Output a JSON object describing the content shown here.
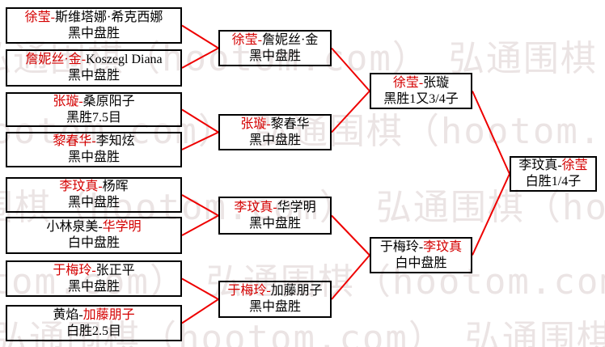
{
  "watermark": {
    "text": "弘通围棋（hootom.com）",
    "line": "弘通围棋（hootom.com）　弘通围棋（hootom.com）　弘通围棋（hootom.com）",
    "color": "#ebe4e4"
  },
  "separator": "-",
  "colors": {
    "winner_name": "#d40000",
    "connector_line": "#ee0000",
    "box_border": "#000000"
  },
  "matches": {
    "r1m1": {
      "p1": "徐莹",
      "p2": "斯维塔娜·希克西娜",
      "winner": "p1",
      "result": "黑中盘胜"
    },
    "r1m2": {
      "p1": "詹妮丝·金",
      "p2": "Koszegl Diana",
      "winner": "p1",
      "result": "黑中盘胜"
    },
    "r1m3": {
      "p1": "张璇",
      "p2": "桑原阳子",
      "winner": "p1",
      "result": "黑胜7.5目"
    },
    "r1m4": {
      "p1": "黎春华",
      "p2": "李知炫",
      "winner": "p1",
      "result": "黑中盘胜"
    },
    "r1m5": {
      "p1": "李玟真",
      "p2": "杨晖",
      "winner": "p1",
      "result": "黑中盘胜"
    },
    "r1m6": {
      "p1": "小林泉美",
      "p2": "华学明",
      "winner": "p2",
      "result": "白中盘胜"
    },
    "r1m7": {
      "p1": "于梅玲",
      "p2": "张正平",
      "winner": "p1",
      "result": "黑中盘胜"
    },
    "r1m8": {
      "p1": "黄焰",
      "p2": "加藤朋子",
      "winner": "p2",
      "result": "白胜2.5目"
    },
    "r2m1": {
      "p1": "徐莹",
      "p2": "詹妮丝·金",
      "winner": "p1",
      "result": "黑中盘胜"
    },
    "r2m2": {
      "p1": "张璇",
      "p2": "黎春华",
      "winner": "p1",
      "result": "黑中盘胜"
    },
    "r2m3": {
      "p1": "李玟真",
      "p2": "华学明",
      "winner": "p1",
      "result": "黑中盘胜"
    },
    "r2m4": {
      "p1": "于梅玲",
      "p2": "加藤朋子",
      "winner": "p1",
      "result": "黑中盘胜"
    },
    "sf1": {
      "p1": "徐莹",
      "p2": "张璇",
      "winner": "p1",
      "result": "黑胜1又3/4子"
    },
    "sf2": {
      "p1": "于梅玲",
      "p2": "李玟真",
      "winner": "p2",
      "result": "白中盘胜"
    },
    "final": {
      "p1": "李玟真",
      "p2": "徐莹",
      "winner": "p2",
      "result": "白胜1/4子"
    }
  }
}
